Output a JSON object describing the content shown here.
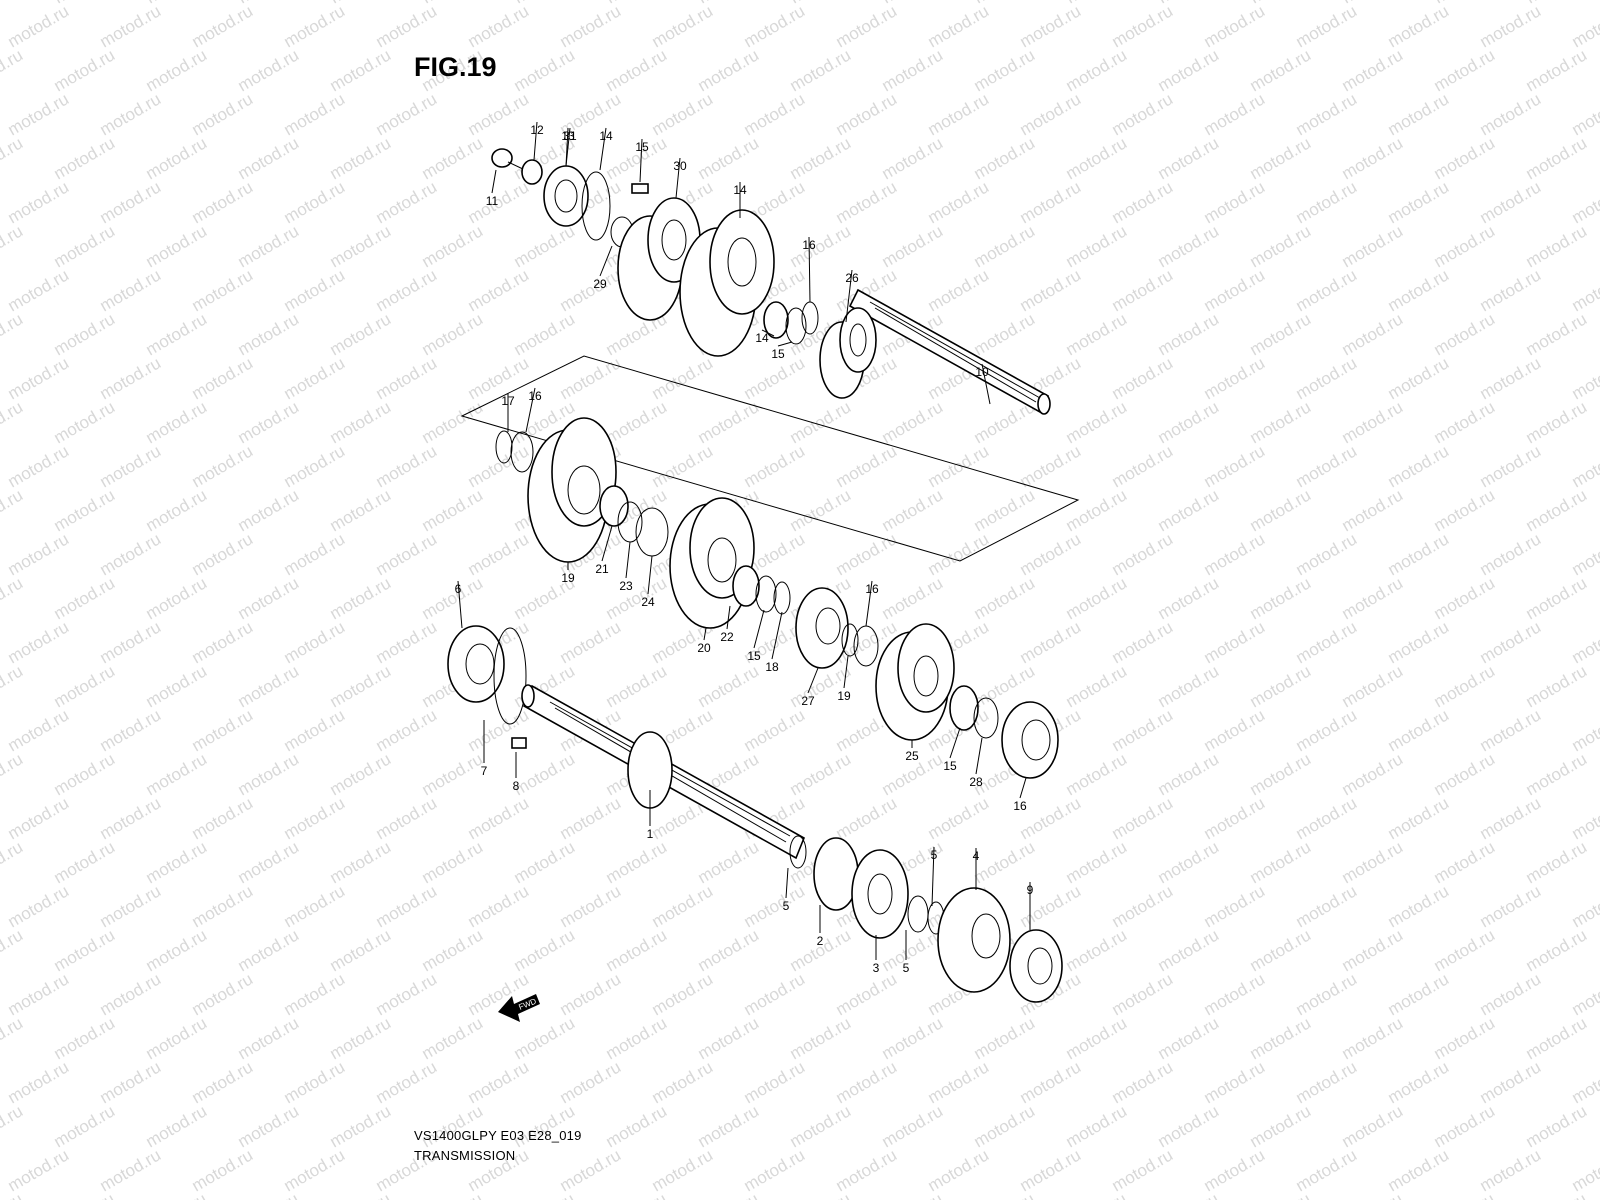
{
  "figure": {
    "title": "FIG.19"
  },
  "watermark": {
    "text": "motod.ru"
  },
  "footer": {
    "code": "VS1400GLPY E03 E28_019",
    "section": "TRANSMISSION"
  },
  "fwd_label": "FWD",
  "callouts": [
    "1",
    "2",
    "3",
    "4",
    "5",
    "5",
    "5",
    "6",
    "7",
    "8",
    "9",
    "10",
    "11",
    "12",
    "13",
    "14",
    "14",
    "15",
    "15",
    "15",
    "16",
    "16",
    "16",
    "17",
    "18",
    "19",
    "19",
    "20",
    "21",
    "22",
    "23",
    "24",
    "25",
    "26",
    "27",
    "28",
    "29",
    "30",
    "31",
    "14",
    "15",
    "16"
  ]
}
